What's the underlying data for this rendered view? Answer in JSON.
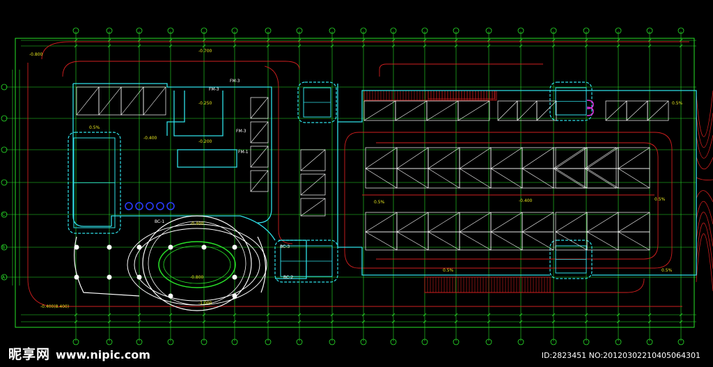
{
  "colors": {
    "background": "#000000",
    "grid": "#29e229",
    "wall": "#2fe0e8",
    "road": "#d11f1f",
    "text": "#e8e820",
    "white": "#ffffff",
    "blue": "#2a3cff",
    "magenta": "#e030e0"
  },
  "drawing": {
    "level_marks": [
      "-0.800",
      "-0.700",
      "-0.250",
      "-0.400",
      "-0.400",
      "-0.200",
      "-0.400",
      "-0.800",
      "-1.000",
      "-0.400(8.400)"
    ],
    "slope_marks": [
      "0.5%",
      "0.5%",
      "0.5%",
      "0.5%",
      "0.5%",
      "0.5%"
    ],
    "door_marks": [
      "FM-3",
      "FM-3",
      "FM-1",
      "FM-3"
    ],
    "special_marks": [
      "BC-1",
      "BC-2",
      "BC-3"
    ],
    "axis_rows": [
      "C",
      "B",
      "A"
    ]
  },
  "watermark": {
    "brand": "昵享网",
    "site": "www.nipic.com",
    "id_text": "ID:2823451 NO:20120302210405064301"
  }
}
